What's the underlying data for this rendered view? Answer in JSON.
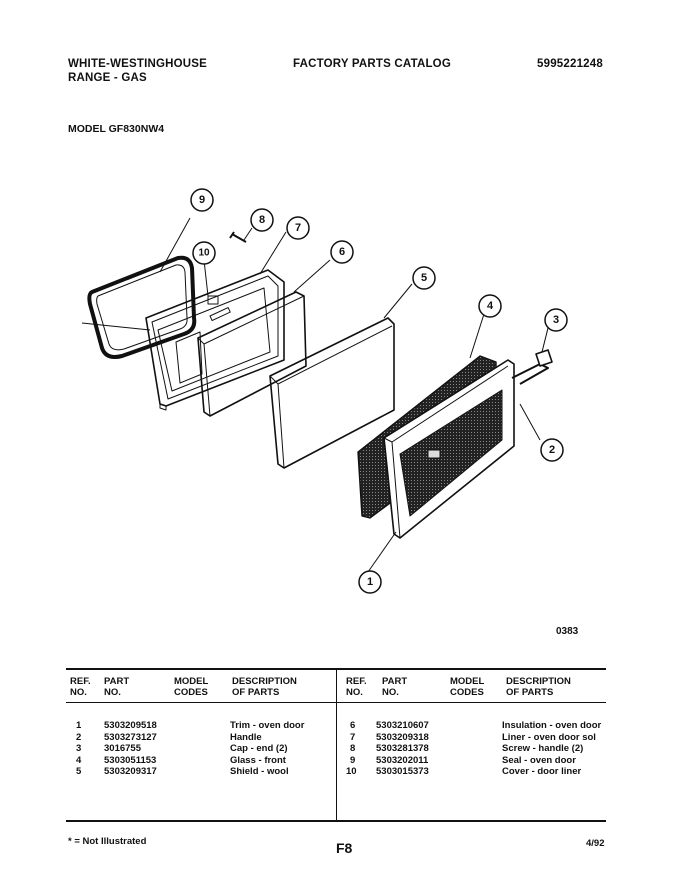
{
  "header": {
    "brand_line1": "WHITE-WESTINGHOUSE",
    "brand_line2": "RANGE - GAS",
    "catalog_title": "FACTORY PARTS CATALOG",
    "catalog_number": "5995221248",
    "model": "MODEL GF830NW4"
  },
  "diagram": {
    "code": "0383",
    "callouts": [
      "1",
      "2",
      "3",
      "4",
      "5",
      "6",
      "7",
      "8",
      "9",
      "10"
    ]
  },
  "table": {
    "headers": {
      "ref_no": [
        "REF.",
        "NO."
      ],
      "part_no": [
        "PART",
        "NO."
      ],
      "model_codes": [
        "MODEL",
        "CODES"
      ],
      "description": [
        "DESCRIPTION",
        "OF PARTS"
      ]
    },
    "left_rows": [
      {
        "ref": "1",
        "part": "5303209518",
        "codes": "",
        "desc": "Trim - oven door"
      },
      {
        "ref": "2",
        "part": "5303273127",
        "codes": "",
        "desc": "Handle"
      },
      {
        "ref": "3",
        "part": "3016755",
        "codes": "",
        "desc": "Cap - end (2)"
      },
      {
        "ref": "4",
        "part": "5303051153",
        "codes": "",
        "desc": "Glass - front"
      },
      {
        "ref": "5",
        "part": "5303209317",
        "codes": "",
        "desc": "Shield - wool"
      }
    ],
    "right_rows": [
      {
        "ref": "6",
        "part": "5303210607",
        "codes": "",
        "desc": "Insulation - oven door"
      },
      {
        "ref": "7",
        "part": "5303209318",
        "codes": "",
        "desc": "Liner - oven door sol"
      },
      {
        "ref": "8",
        "part": "5303281378",
        "codes": "",
        "desc": "Screw - handle (2)"
      },
      {
        "ref": "9",
        "part": "5303202011",
        "codes": "",
        "desc": "Seal - oven door"
      },
      {
        "ref": "10",
        "part": "5303015373",
        "codes": "",
        "desc": "Cover - door liner"
      }
    ]
  },
  "footer": {
    "note": "* = Not Illustrated",
    "page": "F8",
    "date": "4/92"
  }
}
